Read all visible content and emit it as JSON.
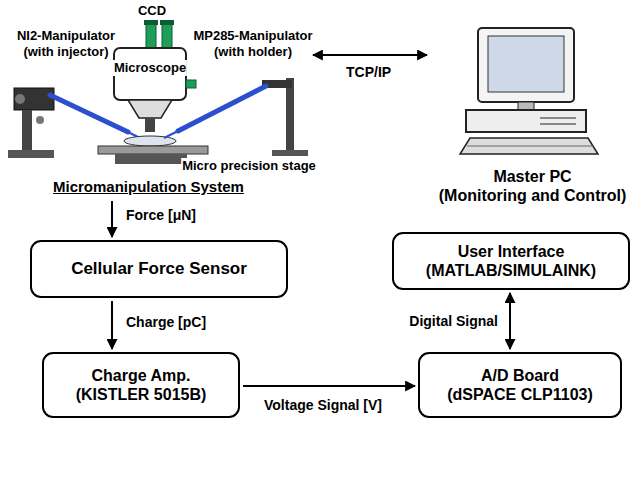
{
  "diagram": {
    "nodes": [
      {
        "text": [
          "Micromanipulation System"
        ]
      },
      {
        "text": [
          "Master PC",
          "(Monitoring and Control)"
        ]
      },
      {
        "text": [
          "Cellular Force Sensor"
        ]
      },
      {
        "text": [
          "Charge Amp.",
          "(KISTLER 5015B)"
        ]
      },
      {
        "text": [
          "User Interface",
          "(MATLAB/SIMULAINK)"
        ]
      },
      {
        "text": [
          "A/D Board",
          "(dSPACE CLP1103)"
        ]
      }
    ],
    "edges": [
      {
        "from": 0,
        "to": 1,
        "arrow": "both",
        "label": "TCP/IP"
      },
      {
        "from": 0,
        "to": 2,
        "arrow": "to",
        "label": "Force [μN]"
      },
      {
        "from": 2,
        "to": 3,
        "arrow": "to",
        "label": "Charge [pC]"
      },
      {
        "from": 3,
        "to": 5,
        "arrow": "to",
        "label": "Voltage Signal [V]"
      },
      {
        "from": 5,
        "to": 4,
        "arrow": "both",
        "label": "Digital Signal"
      }
    ],
    "labels": [
      "CCD",
      "NI2-Manipulator",
      "(with injector)",
      "MP285-Manipulator",
      "(with holder)",
      "Microscope",
      "Micro precision stage"
    ]
  }
}
